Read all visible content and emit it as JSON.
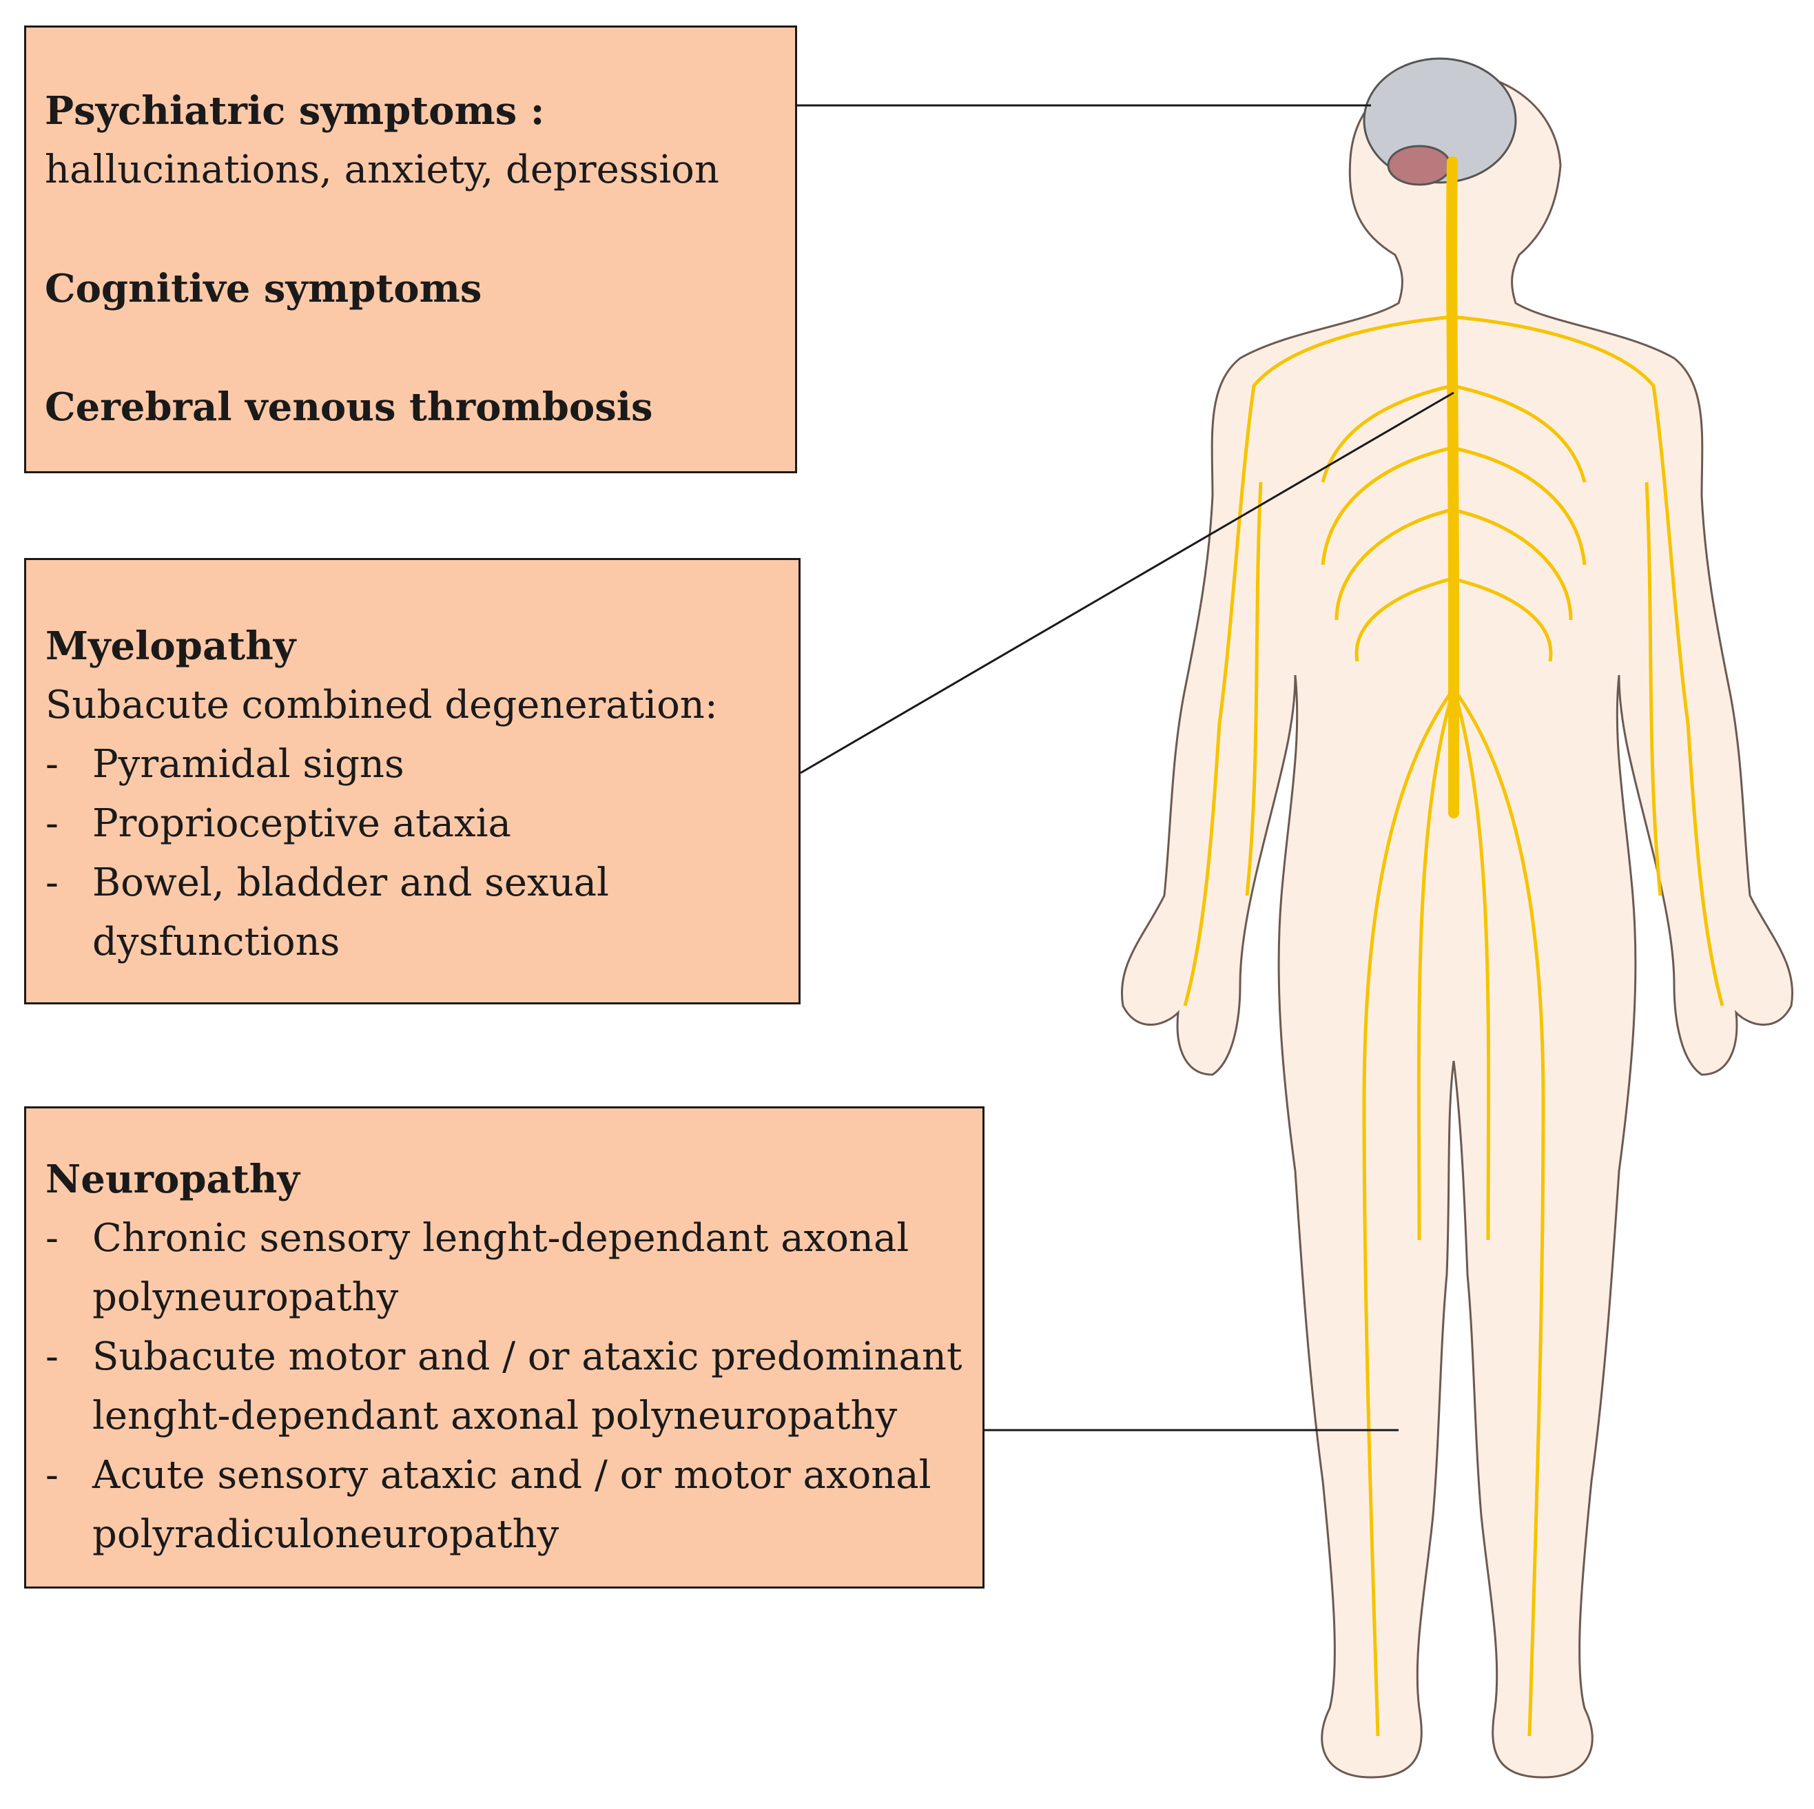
{
  "cns_box": {
    "psychiatric_title": "Psychiatric symptoms :",
    "psychiatric_detail": "hallucinations, anxiety, depression",
    "cognitive": "Cognitive symptoms",
    "venous": "Cerebral venous thrombosis"
  },
  "myelopathy_box": {
    "title": "Myelopathy",
    "subtitle": "Subacute combined degeneration:",
    "dash": "-",
    "items": [
      [
        "Pyramidal signs"
      ],
      [
        "Proprioceptive ataxia"
      ],
      [
        "Bowel, bladder and sexual",
        "dysfunctions"
      ]
    ]
  },
  "neuropathy_box": {
    "title": "Neuropathy",
    "dash": "-",
    "items": [
      [
        "Chronic sensory lenght-dependant axonal",
        "polyneuropathy"
      ],
      [
        "Subacute motor and / or ataxic predominant",
        "lenght-dependant axonal polyneuropathy"
      ],
      [
        "Acute sensory ataxic and / or motor axonal",
        "polyradiculoneuropathy"
      ]
    ]
  },
  "colors": {
    "box_fill": "#fcc9a8",
    "body_skin": "#fdeee4",
    "nerve": "#f5c400",
    "brain": "#c8cbd1",
    "cerebellum": "#b97a7e"
  }
}
